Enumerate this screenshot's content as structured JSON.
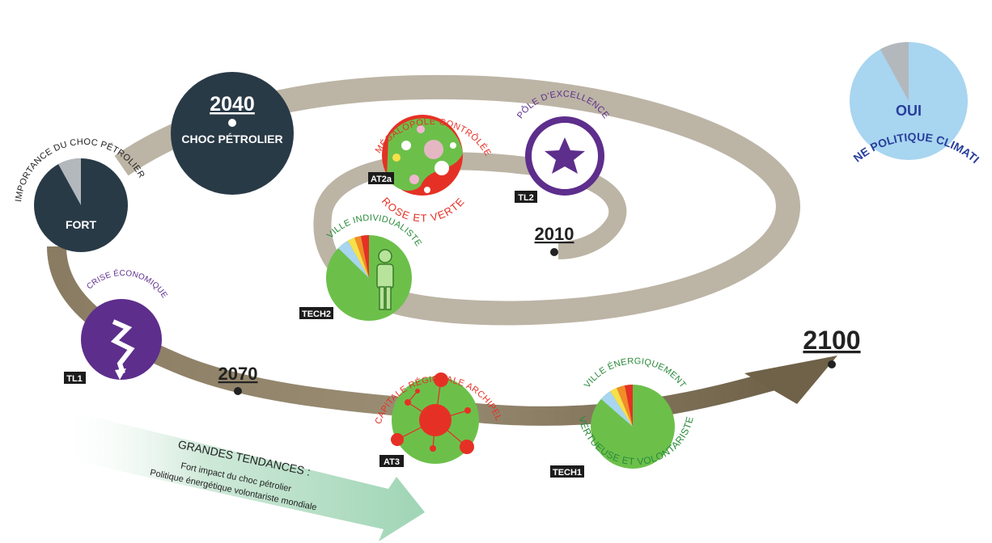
{
  "colors": {
    "ribbon": "#b3ab9c",
    "ribbon_dark": "#7d6f55",
    "dark_circle": "#293a47",
    "green": "#6cc04a",
    "red": "#e53125",
    "purple": "#5d2e8c",
    "pie_blue": "#a8d5f0",
    "pie_gray": "#b3b8bd",
    "label_green": "#2a8a3a",
    "label_blue": "#283f9b",
    "tag_bg": "#1c1c1c",
    "trend_green": "#9fd5b5"
  },
  "years": {
    "y2040": "2040",
    "y2010": "2010",
    "y2070": "2070",
    "y2100": "2100"
  },
  "choc": {
    "title": "CHOC PÉTROLIER"
  },
  "importance": {
    "arc_label": "IMPORTANCE DU CHOC PÉTROLIER",
    "value": "FORT",
    "share": 0.92
  },
  "climat": {
    "arc_label": "EXISTENCE D'UNE POLITIQUE CLIMATIQUE MONDIALE",
    "value": "OUI",
    "share": 0.92
  },
  "scenarios": {
    "at2a": {
      "tag": "AT2a",
      "label_top": "MÉGALOPOLE CONTRÔLÉE",
      "label_bottom": "ROSE ET VERTE"
    },
    "tl2": {
      "tag": "TL2",
      "label_top": "PÔLE D'EXCELLENCE"
    },
    "tech2": {
      "tag": "TECH2",
      "label_top": "VILLE INDIVIDUALISTE"
    },
    "tl1": {
      "tag": "TL1",
      "label_top": "CRISE ÉCONOMIQUE"
    },
    "at3": {
      "tag": "AT3",
      "label_top": "CAPITALE RÉGIONALE ARCHIPEL"
    },
    "tech1": {
      "tag": "TECH1",
      "label_top": "VILLE ÉNERGIQUEMENT",
      "label_bottom": "VERTUEUSE ET VOLONTARISTE"
    }
  },
  "trends": {
    "title": "GRANDES TENDANCES :",
    "line1": "Fort impact du choc pétrolier",
    "line2": "Politique énergétique volontariste mondiale"
  }
}
